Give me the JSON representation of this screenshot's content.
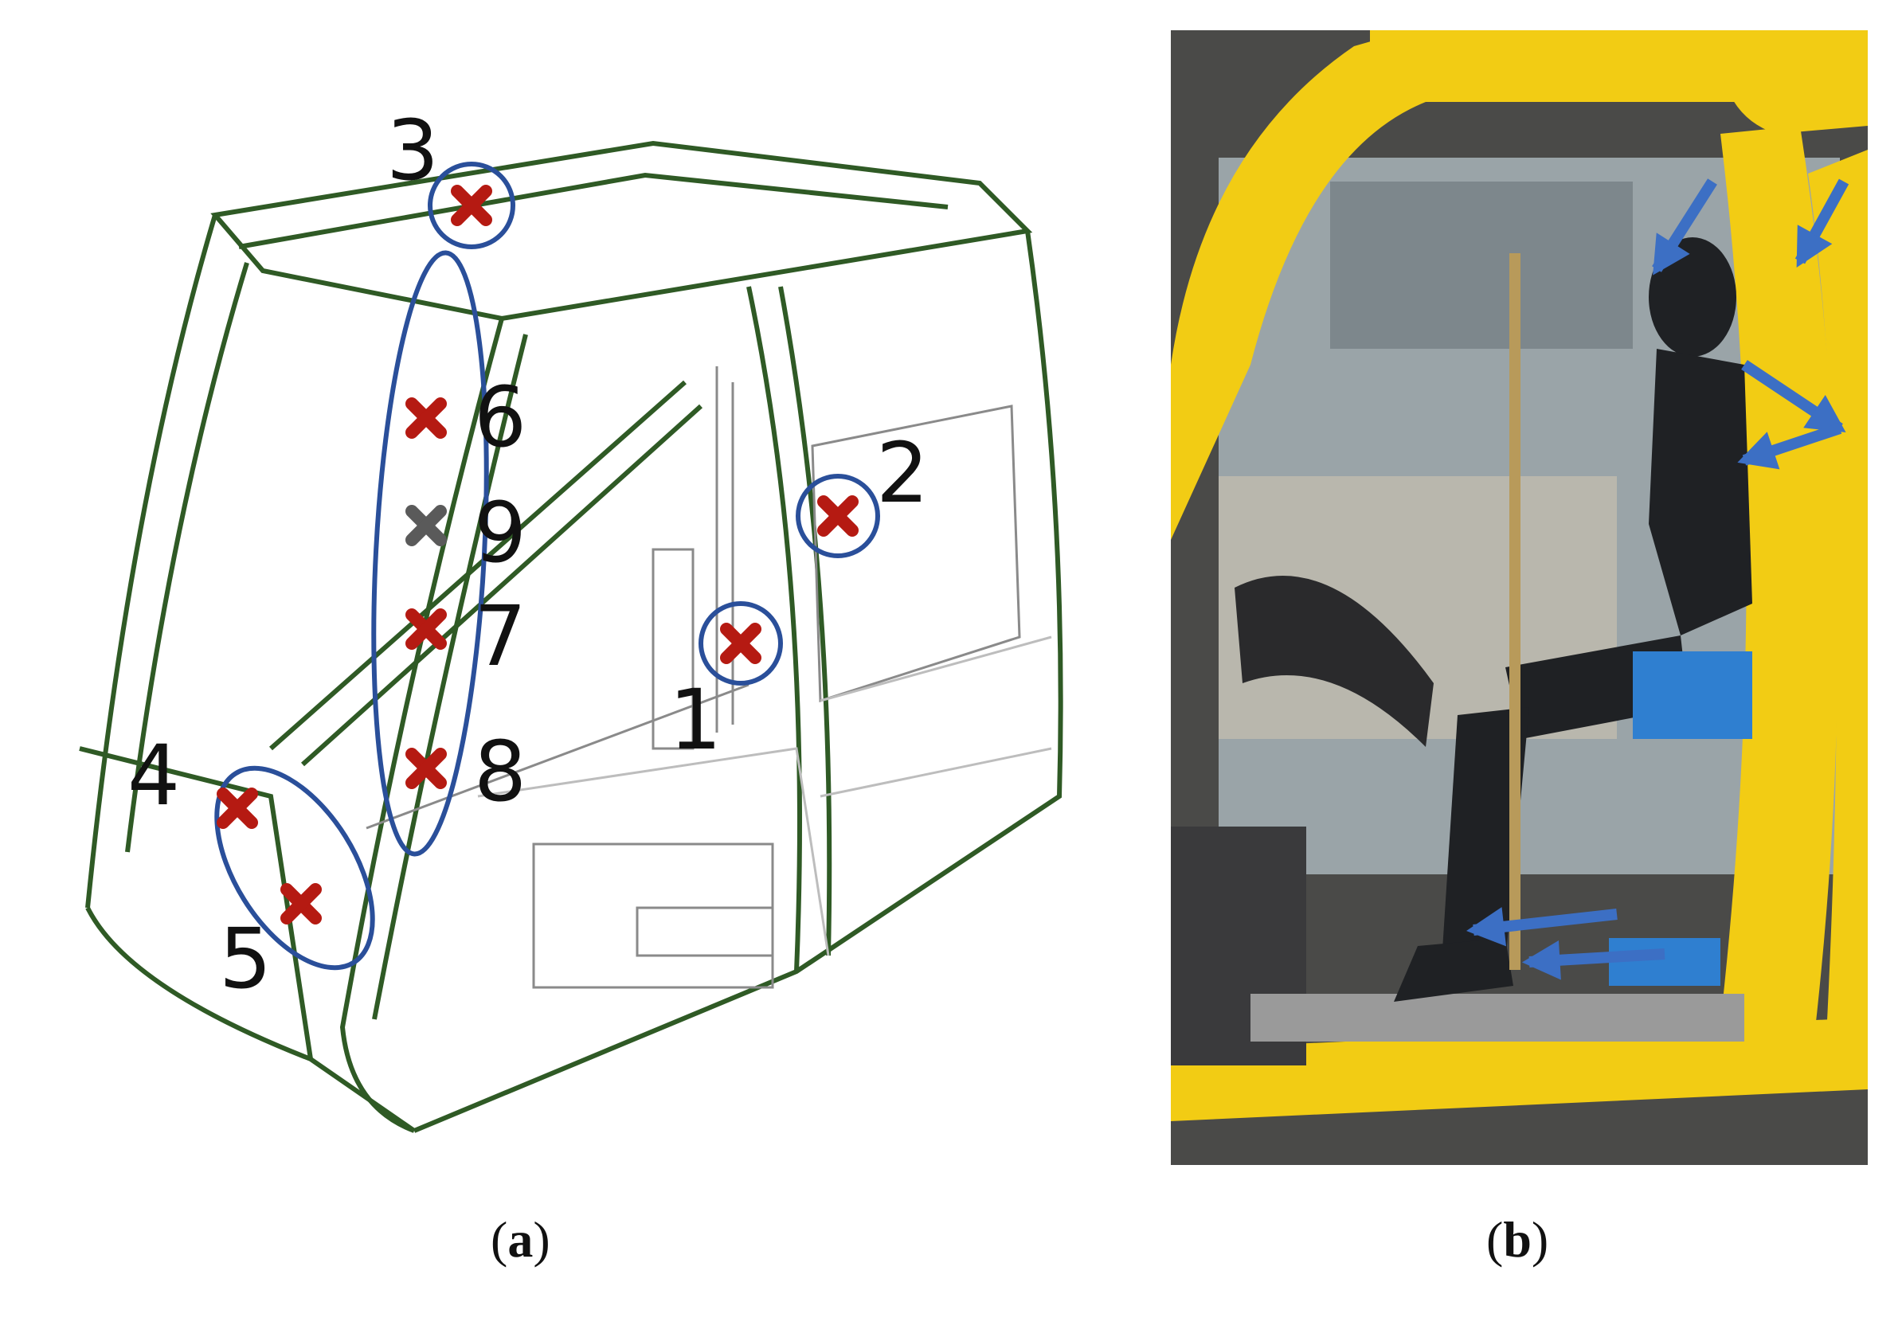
{
  "panels": {
    "a": {
      "caption_open": "(",
      "caption_letter": "a",
      "caption_close": ")",
      "markers": [
        {
          "label": "1",
          "color": "#b51a12",
          "circled": true
        },
        {
          "label": "2",
          "color": "#b51a12",
          "circled": true
        },
        {
          "label": "3",
          "color": "#b51a12",
          "circled": true
        },
        {
          "label": "4",
          "color": "#b51a12",
          "circled": false
        },
        {
          "label": "5",
          "color": "#b51a12",
          "circled": false
        },
        {
          "label": "6",
          "color": "#b51a12",
          "circled": false
        },
        {
          "label": "7",
          "color": "#b51a12",
          "circled": false
        },
        {
          "label": "8",
          "color": "#b51a12",
          "circled": false
        },
        {
          "label": "9",
          "color": "#5a5a5a",
          "circled": false
        }
      ]
    },
    "b": {
      "caption_open": "(",
      "caption_letter": "b",
      "caption_close": ")",
      "arrow_color": "#3c6fc4"
    }
  },
  "colors": {
    "frame_line": "#2f5a25",
    "marker_circle": "#2a4f9a",
    "cab_yellow": "#f2cc14"
  }
}
